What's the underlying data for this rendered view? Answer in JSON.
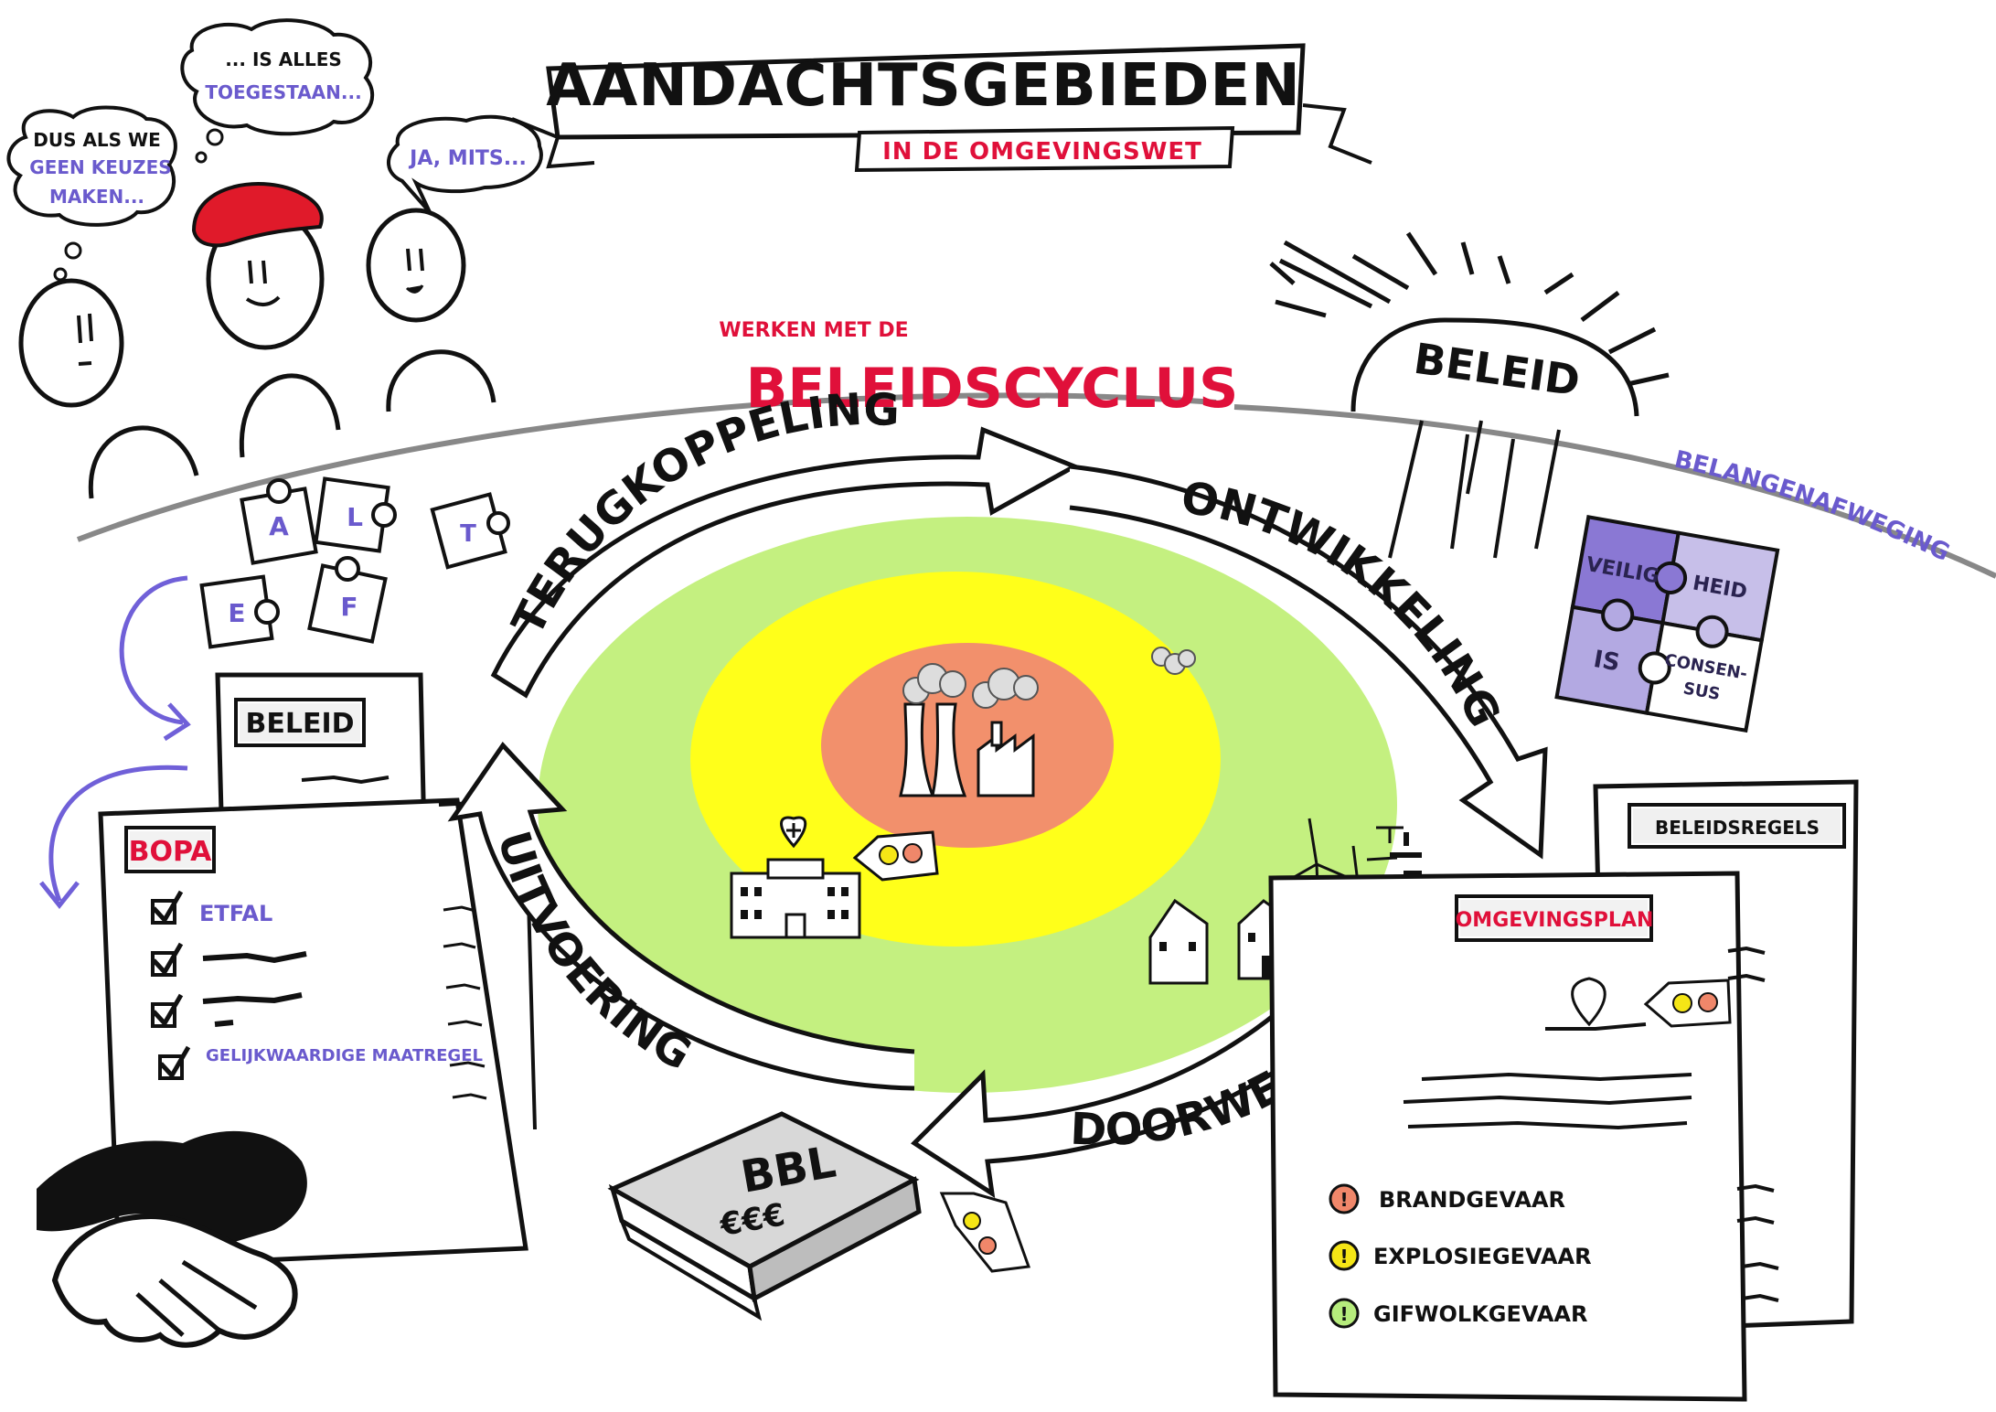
{
  "header": {
    "title": "AANDACHTSGEBIEDEN",
    "subtitle": "IN DE OMGEVINGSWET"
  },
  "bubbles": {
    "left": [
      "DUS ALS WE",
      "GEEN KEUZES",
      "MAKEN..."
    ],
    "middle": [
      "... IS ALLES",
      "TOEGESTAAN..."
    ],
    "right": "JA, MITS..."
  },
  "cycle": {
    "intro": "WERKEN MET DE",
    "title": "BELEIDSCYCLUS",
    "phases": {
      "terugkoppeling": "TERUGKOPPELING",
      "ontwikkeling": "ONTWIKKELING",
      "doorwerking": "DOORWERKING",
      "uitvoering": "UITVOERING"
    }
  },
  "sun": {
    "label": "BELEID"
  },
  "belangenafweging": {
    "label": "BELANGENAFWEGING",
    "pieces": [
      "VEILIG",
      "HEID",
      "IS",
      "CONSEN-",
      "SUS"
    ]
  },
  "puzzle_letters": [
    "A",
    "L",
    "T",
    "E",
    "F"
  ],
  "left_docs": {
    "beleid_label": "BELEID",
    "bopa_label": "BOPA",
    "checklist": [
      {
        "text": "ETFAL"
      },
      {
        "text": ""
      },
      {
        "text": ""
      },
      {
        "text": "GELIJKWAARDIGE MAATREGEL"
      }
    ]
  },
  "right_docs": {
    "beleidsregels_label": "BELEIDSREGELS",
    "omgevingsplan_label": "OMGEVINGSPLAN",
    "legend": [
      {
        "label": "BRANDGEVAAR",
        "color": "#f0876a"
      },
      {
        "label": "EXPLOSIEGEVAAR",
        "color": "#f5e616"
      },
      {
        "label": "GIFWOLKGEVAAR",
        "color": "#b6ec7c"
      }
    ]
  },
  "book": {
    "title": "BBL",
    "subtitle": "€€€"
  },
  "colors": {
    "accent_red": "#e0103a",
    "accent_purple": "#6a5acd",
    "zone_outer": "#c4f080",
    "zone_middle": "#ffff1a",
    "zone_inner": "#f2906c",
    "cap": "#e01a2a"
  }
}
